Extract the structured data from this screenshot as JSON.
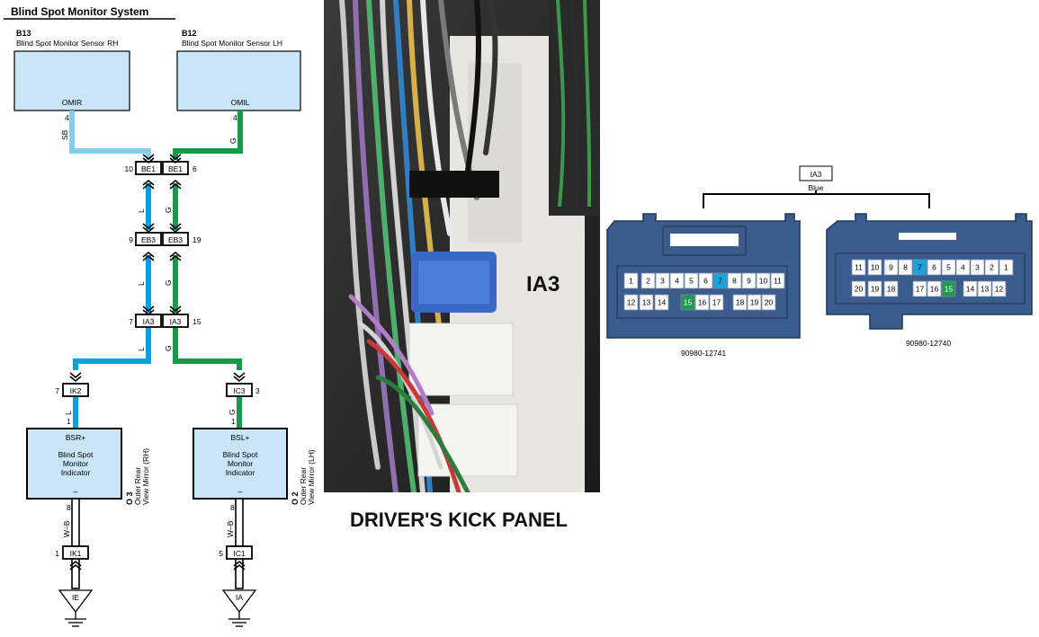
{
  "diagram": {
    "title": "Blind Spot Monitor System",
    "sensors": [
      {
        "code": "B13",
        "name": "Blind Spot Monitor Sensor RH",
        "pin_label": "OMIR",
        "pin": "4",
        "wire": "SB"
      },
      {
        "code": "B12",
        "name": "Blind Spot Monitor Sensor LH",
        "pin_label": "OMIL",
        "pin": "4",
        "wire": "G"
      }
    ],
    "left_chain": {
      "be1": {
        "code": "BE1",
        "pin": "10",
        "wire": "L"
      },
      "eb3": {
        "code": "EB3",
        "pin": "9",
        "wire": "L"
      },
      "ia3": {
        "code": "IA3",
        "pin": "7",
        "wire": "L"
      },
      "ik2": {
        "code": "IK2",
        "pin": "7",
        "wire": "L"
      }
    },
    "right_chain": {
      "be1": {
        "code": "BE1",
        "pin": "6",
        "wire": "G"
      },
      "eb3": {
        "code": "EB3",
        "pin": "19",
        "wire": "G"
      },
      "ia3": {
        "code": "IA3",
        "pin": "15",
        "wire": "G"
      },
      "ic3": {
        "code": "IC3",
        "pin": "3",
        "wire": "G"
      }
    },
    "indicators": [
      {
        "terminal": "BSR+",
        "name_lines": [
          "Blind Spot",
          "Monitor",
          "Indicator"
        ],
        "minus": "–",
        "in_pin": "1",
        "out_pin": "8",
        "ground_wire": "W–B",
        "mirror_code": "O 3",
        "mirror_lines": [
          "Outer Rear",
          "View Mirror (RH)"
        ],
        "ground_conn": "IK1",
        "ground_conn_pin": "1",
        "ground_point": "IE"
      },
      {
        "terminal": "BSL+",
        "name_lines": [
          "Blind Spot",
          "Monitor",
          "Indicator"
        ],
        "minus": "–",
        "in_pin": "1",
        "out_pin": "8",
        "ground_wire": "W–B",
        "mirror_code": "O 2",
        "mirror_lines": [
          "Outer Rear",
          "View Mirror (LH)"
        ],
        "ground_conn": "IC1",
        "ground_conn_pin": "5",
        "ground_point": "IA"
      }
    ]
  },
  "photo": {
    "overlay_label": "IA3",
    "caption": "DRIVER'S KICK PANEL"
  },
  "connector": {
    "code": "IA3",
    "color_name": "Blue",
    "left_part": "90980-12741",
    "right_part": "90980-12740",
    "left_rows": [
      [
        "1",
        "2",
        "3",
        "4",
        "5",
        "6",
        "7",
        "8",
        "9",
        "10",
        "11"
      ],
      [
        "12",
        "13",
        "14",
        "15",
        "16",
        "17",
        "18",
        "19",
        "20"
      ]
    ],
    "right_rows": [
      [
        "11",
        "10",
        "9",
        "8",
        "7",
        "6",
        "5",
        "4",
        "3",
        "2",
        "1"
      ],
      [
        "20",
        "19",
        "18",
        "17",
        "16",
        "15",
        "14",
        "13",
        "12"
      ]
    ]
  },
  "colors": {
    "sb_wire": "#87cdef",
    "l_wire": "#0aa0e0",
    "g_wire": "#159a45",
    "box_fill": "#c9e5f7",
    "connector_body": "#3b5d8e",
    "highlight_blue": "#1ba3dc",
    "highlight_green": "#1f9a4c"
  }
}
